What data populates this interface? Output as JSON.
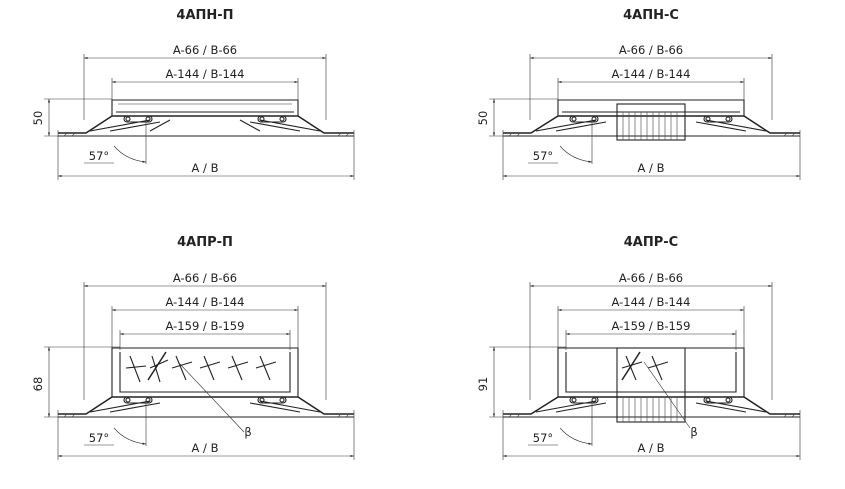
{
  "diagrams": [
    {
      "title": "4АПН-П",
      "dim_outer": "A-66 / B-66",
      "dim_inner": "A-144 / B-144",
      "dim_base": "A / B",
      "height": "50",
      "angle": "57°"
    },
    {
      "title": "4АПН-С",
      "dim_outer": "A-66 / B-66",
      "dim_inner": "A-144 / B-144",
      "dim_base": "A / B",
      "height": "50",
      "angle": "57°"
    },
    {
      "title": "4АПР-П",
      "dim_outer": "A-66 / B-66",
      "dim_inner": "A-144 / B-144",
      "dim_third": "A-159 / B-159",
      "dim_base": "A / B",
      "height": "68",
      "angle": "57°",
      "beta": "β"
    },
    {
      "title": "4АПР-С",
      "dim_outer": "A-66 / B-66",
      "dim_inner": "A-144 / B-144",
      "dim_third": "A-159 / B-159",
      "dim_base": "A / B",
      "height": "91",
      "angle": "57°",
      "beta": "β"
    }
  ],
  "colors": {
    "line": "#222222",
    "background": "#ffffff"
  }
}
